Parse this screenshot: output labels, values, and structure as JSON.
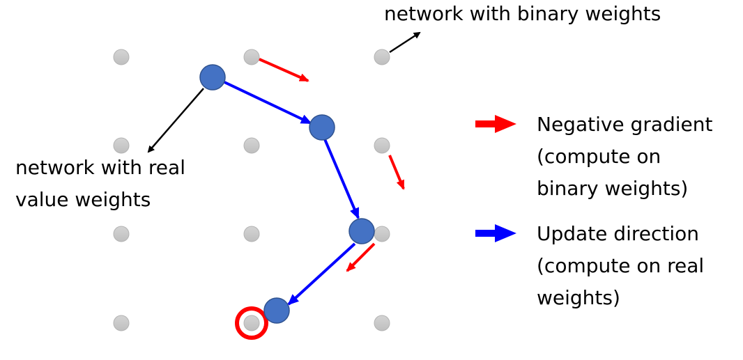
{
  "colors": {
    "grid_dot_fill": "#cccccc",
    "grid_dot_stroke": "#b3b3b3",
    "real_node_fill": "#4472c4",
    "real_node_stroke": "#2f528f",
    "update_arrow": "#0000ff",
    "gradient_arrow": "#ff0000",
    "annotation_arrow": "#000000",
    "highlight_ring": "#ff0000"
  },
  "labels": {
    "binary_network": "network with binary weights",
    "real_network": "network with real\nvalue weights"
  },
  "legend": [
    {
      "name": "negative-gradient",
      "color": "#ff0000",
      "text": "Negative gradient\n(compute on\nbinary weights)"
    },
    {
      "name": "update-direction",
      "color": "#0000ff",
      "text": "Update direction\n(compute on real\nweights)"
    }
  ],
  "grid": {
    "columns": 3,
    "rows": 4
  },
  "real_weight_path": [
    {
      "between_col": 0.7,
      "row": 0.2
    },
    {
      "between_col": 1.55,
      "row": 0.8
    },
    {
      "between_col": 1.85,
      "row": 1.95
    },
    {
      "between_col": 1.2,
      "row": 2.85
    }
  ],
  "selected_binary_point": {
    "col": 1,
    "row": 3
  }
}
